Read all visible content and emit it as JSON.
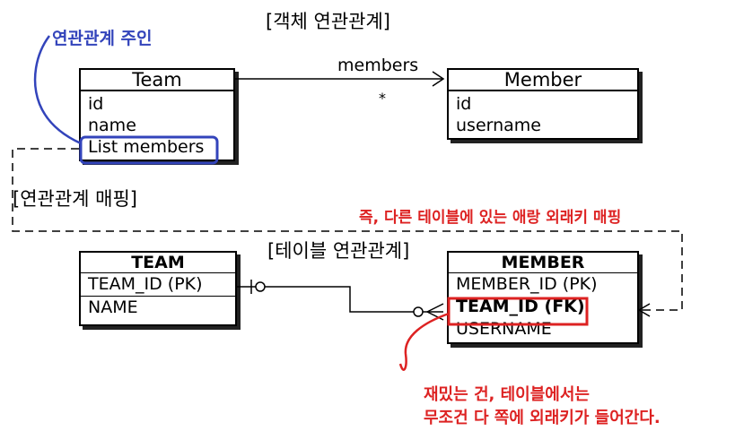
{
  "titles": {
    "object": "[객체 연관관계]",
    "mapping": "[연관관계 매핑]",
    "table": "[테이블 연관관계]"
  },
  "annotations": {
    "owner": "연관관계 주인",
    "fk_mapping": "즉, 다른 테이블에 있는 애랑 외래키 매핑",
    "note_line1": "재밌는 건, 테이블에서는",
    "note_line2": "무조건 다 쪽에 외래키가 들어간다."
  },
  "object_model": {
    "team": {
      "name": "Team",
      "fields": [
        "id",
        "name",
        "List members"
      ]
    },
    "member": {
      "name": "Member",
      "fields": [
        "id",
        "username"
      ]
    },
    "association": {
      "label": "members",
      "multiplicity": "*"
    }
  },
  "table_model": {
    "team": {
      "name": "TEAM",
      "columns": [
        "TEAM_ID (PK)",
        "NAME"
      ]
    },
    "member": {
      "name": "MEMBER",
      "columns": [
        "MEMBER_ID (PK)",
        "TEAM_ID (FK)",
        "USERNAME"
      ]
    }
  },
  "colors": {
    "owner_highlight": "#3344bb",
    "fk_highlight": "#dd2222"
  }
}
